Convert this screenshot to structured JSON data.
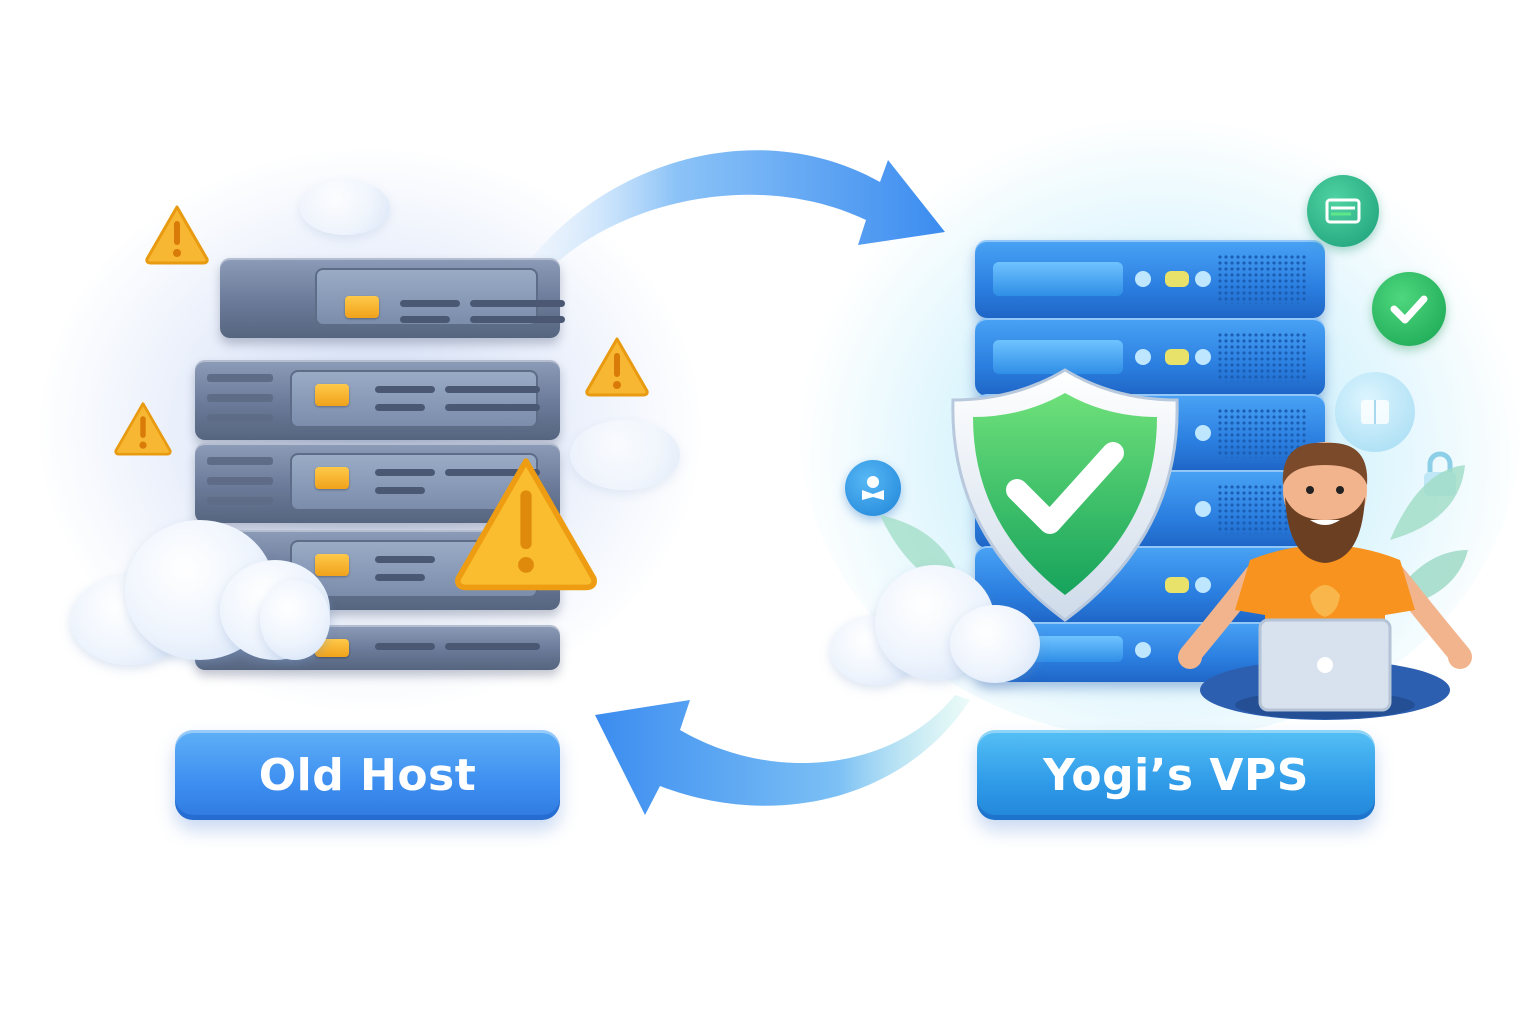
{
  "scene": {
    "description": "Migration illustration from old hosting to a new VPS",
    "background": "#ffffff"
  },
  "left_panel": {
    "label": "Old Host",
    "label_color": "#3d8ef0",
    "server_color": "#6f7f9c",
    "server_units": 5,
    "warning_icons": [
      "warning-triangle-icon",
      "warning-triangle-icon",
      "warning-triangle-icon",
      "warning-triangle-icon-large"
    ],
    "warning_color": "#f7b733"
  },
  "right_panel": {
    "label": "Yogi’s VPS",
    "label_color": "#2f9ae8",
    "server_color": "#2b7fe0",
    "server_units": 6,
    "shield_icon": "shield-check-icon",
    "shield_color": "#2fbe5c",
    "status_icons": [
      "server-list-icon",
      "check-circle-icon",
      "globe-icon",
      "lock-icon",
      "reader-icon"
    ],
    "character": {
      "description": "bearded man meditating with laptop",
      "shirt_color": "#f7931e",
      "pants_color": "#2d5fb0"
    }
  },
  "arrows": {
    "top": {
      "direction": "left-to-right",
      "color": "#3b8cf0"
    },
    "bottom": {
      "direction": "right-to-left",
      "color": "#3b8cf0"
    }
  }
}
